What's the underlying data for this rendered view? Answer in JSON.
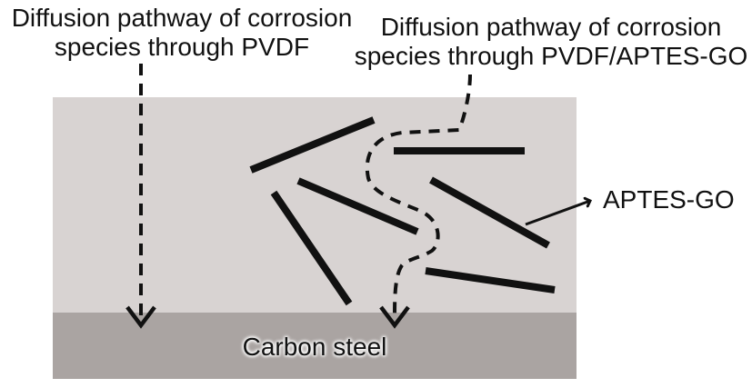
{
  "labels": {
    "pvdf_line1": "Diffusion pathway of corrosion",
    "pvdf_line2": "species through PVDF",
    "aptes_line1": "Diffusion pathway of corrosion",
    "aptes_line2": "species through PVDF/APTES-GO",
    "aptes_go": "APTES-GO",
    "carbon_steel": "Carbon steel"
  },
  "colors": {
    "coating": "#d8d3d2",
    "steel": "#aaa4a2",
    "ink": "#111111",
    "background": "#ffffff"
  }
}
